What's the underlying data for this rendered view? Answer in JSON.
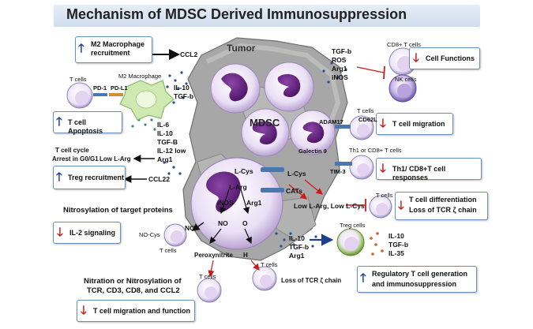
{
  "title": "Mechanism of MDSC Derived Immunosuppression",
  "tumor_label": "Tumor",
  "mdsc_label": "MDSC",
  "boxes": {
    "m2_recruitment": "M2 Macrophage recruitment",
    "cell_functions": "Cell Functions",
    "t_cell_apoptosis": "T cell Apoptosis",
    "t_cell_migration": "T cell migration",
    "treg_recruitment": "Treg recruitment",
    "th1_responses": "Th1/ CD8+T cell responses",
    "t_cell_diff_1": "T cell differentiation",
    "t_cell_diff_2": "Loss of TCR ζ chain",
    "il2_signaling": "IL-2 signaling",
    "reg_t_1": "Regulatory T cell generation",
    "reg_t_2": "and immunosuppression",
    "t_cell_migration_function": "T cell migration and function"
  },
  "labels": {
    "ccl2": "CCL2",
    "t_cells_top": "T cells",
    "m2_macrophage": "M2 Macrophage",
    "pd1": "PD-1",
    "pdl1": "PD-L1",
    "il10_tgfb_1": "IL-10",
    "il10_tgfb_2": "TGF-b",
    "cyto_list": [
      "IL-6",
      "IL-10",
      "TGF-B",
      "IL-12 low",
      "Arg1"
    ],
    "tcell_cycle_1": "T cell  cycle",
    "tcell_cycle_2": "Arrest in G0/G1",
    "low_larg": "Low L-Arg",
    "ccl22": "CCL22",
    "cd8_t_cells": "CD8+ T cells",
    "nk_cells": "NK cells",
    "top_right_list": [
      "TGF-b",
      "ROS",
      "Arg1",
      "iNOS"
    ],
    "t_cells_cd62l": "T cells",
    "cd62l": "CD62L",
    "adam17": "ADAM17",
    "galectin9": "Galectin 9",
    "th1_cd8_t_cells": "Th1 or CD8+ T cells",
    "tim3": "TIM-3",
    "lcys_in_cell": "L-Cys",
    "lcys_outside": "L-Cys",
    "larg": "L-Arg",
    "cats": "CATs",
    "inos": "iNOS",
    "arg1": "Arg1",
    "no": "NO",
    "no2": "NO",
    "o2": "O",
    "low_larg_lcys": "Low L-Arg, Low L-Cys",
    "t_cells_right": "T cells",
    "nitrosylation": "Nitrosylation of target proteins",
    "no_cys": "NO-Cys",
    "t_cells_left": "T cells",
    "peroxynitrite": "Peroxynitrite",
    "h2o2": "H",
    "t_cells_bottom": "T cells",
    "t_cells_bottom2": "T cells",
    "loss_tcr": "Loss of TCR ζ chain",
    "bottom_list": [
      "IL-10",
      "TGF-b",
      "Arg1"
    ],
    "treg_cells": "Treg cells",
    "treg_list": [
      "IL-10",
      "TGF-b",
      "IL-35"
    ],
    "nitration_1": "Nitration or Nitrosylation of",
    "nitration_2": "TCR, CD3, CD8, and CCL2"
  },
  "colors": {
    "arrow_up": "#1f3f8f",
    "arrow_down": "#cc1a1a",
    "cell_fill": "#e9dcf3",
    "nucleus": "#6b2a86",
    "tumor": "#9a9a9a",
    "macrophage": "#c9e8a8"
  }
}
